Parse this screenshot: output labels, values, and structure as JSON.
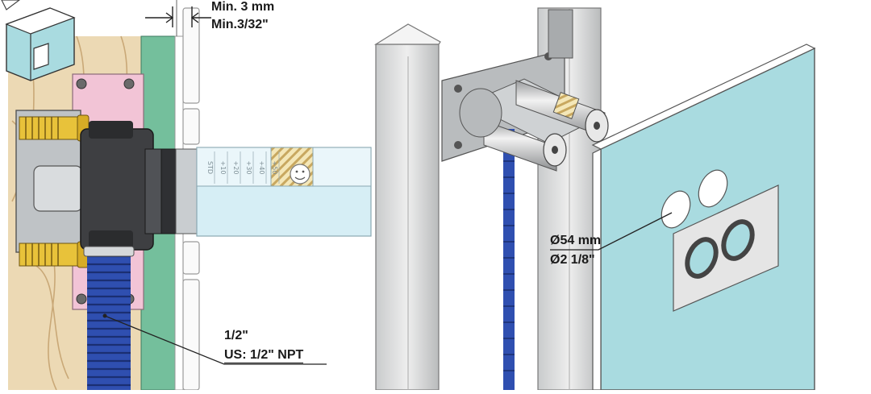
{
  "gap": {
    "metric": "Min. 3 mm",
    "imperial": "Min.3/32\""
  },
  "thread": {
    "size": "1/2\"",
    "us_spec": "US: 1/2\" NPT"
  },
  "hole": {
    "metric": "Ø54 mm",
    "imperial": "Ø2 1/8\""
  },
  "gauge": {
    "marks": [
      "STD",
      "+10",
      "+20",
      "+30",
      "+40",
      "+50"
    ]
  },
  "colors": {
    "wood": "#ecd9b4",
    "wood_grain": "#c9a877",
    "tile": "#a9dbe0",
    "green_board": "#74bf9c",
    "pink_plate": "#f2c4d6",
    "pipe_blue": "#2f4fb0",
    "brass": "#e8c23a",
    "steel": "#bfc3c6",
    "dark_body": "#3e3f42",
    "gauge_blue": "#d6eef5",
    "post": "#d9dbdc"
  }
}
